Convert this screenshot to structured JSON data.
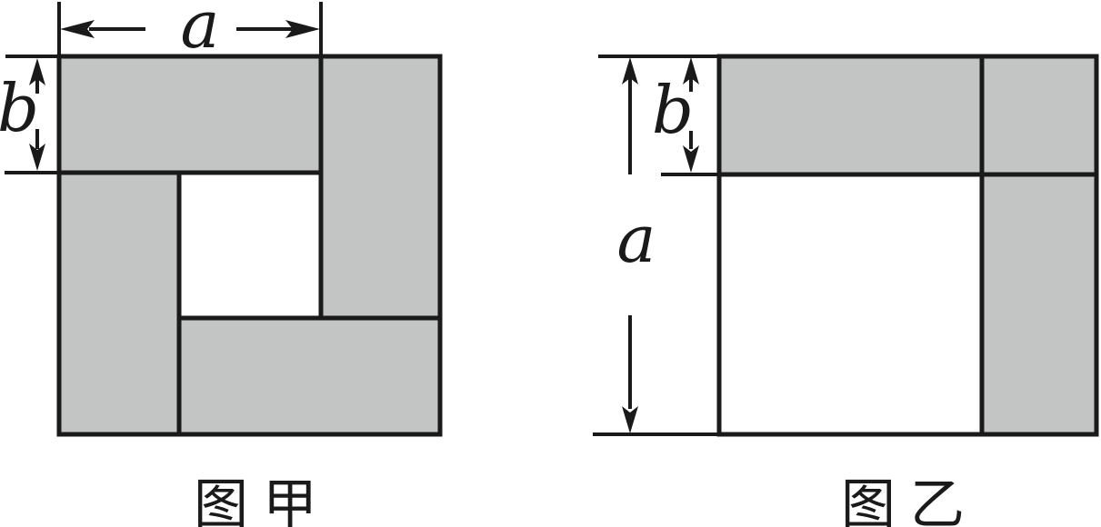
{
  "colors": {
    "background": "#ffffff",
    "shaded": "#c3c4c4",
    "line": "#1a1a1a"
  },
  "figure_jia": {
    "caption": "图甲",
    "dim_a_label": "a",
    "dim_b_label": "b"
  },
  "figure_yi": {
    "caption": "图乙",
    "dim_a_label": "a",
    "dim_b_label": "b"
  }
}
